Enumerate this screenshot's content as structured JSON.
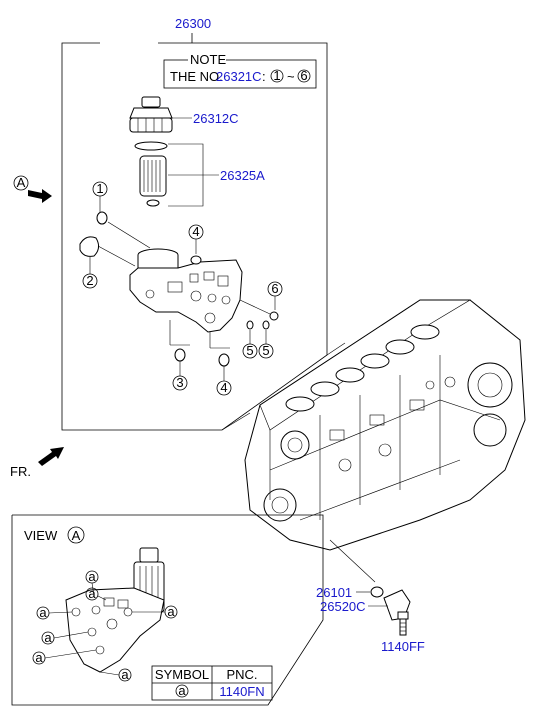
{
  "assembly_number": "26300",
  "note": {
    "title": "NOTE",
    "prefix": "THE NO.",
    "part_number": "26321C",
    "separator": ":",
    "range_start": "1",
    "dash": "~",
    "range_end": "6"
  },
  "parts": {
    "cap": "26312C",
    "filter_element": "26325A",
    "oring_a": "26101",
    "gasket": "26520C",
    "bolt": "1140FF"
  },
  "callouts": [
    "1",
    "2",
    "3",
    "4",
    "4",
    "5",
    "5",
    "6"
  ],
  "view_arrow_letter": "A",
  "front_label": "FR.",
  "view_box": {
    "title": "VIEW",
    "letter": "A",
    "bolt_letter": "a",
    "table": {
      "headers": [
        "SYMBOL",
        "PNC."
      ],
      "symbol": "a",
      "pnc": "1140FN"
    }
  },
  "colors": {
    "part_number": "#1a1acc",
    "line": "#000000"
  }
}
